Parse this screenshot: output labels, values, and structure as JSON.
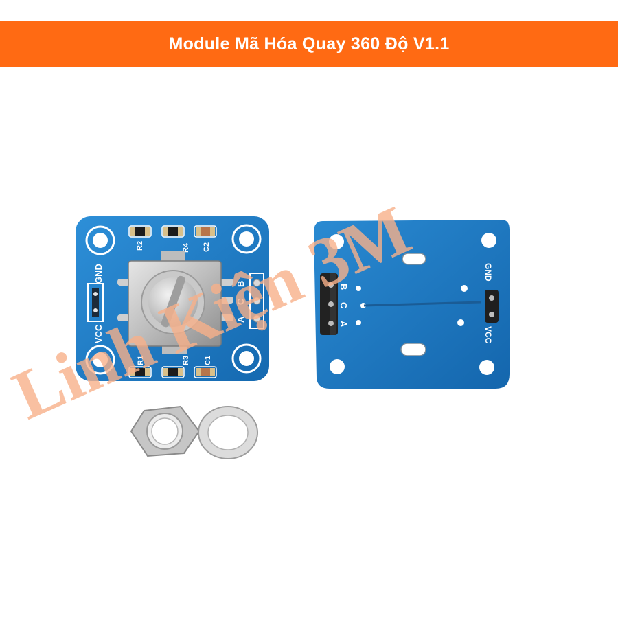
{
  "banner": {
    "title": "Module Mã Hóa Quay 360 Độ V1.1",
    "color": "#ff6a13"
  },
  "front_board": {
    "component_labels": {
      "r1": "R1",
      "r2": "R2",
      "r3": "R3",
      "r4": "R4",
      "c1": "C1",
      "c2": "C2"
    },
    "power_labels": {
      "gnd": "GND",
      "vcc": "VCC"
    },
    "signal_labels": {
      "b": "B",
      "c": "C",
      "a": "A"
    }
  },
  "back_board": {
    "signal_labels": {
      "b": "B",
      "c": "C",
      "a": "A"
    },
    "power_labels": {
      "gnd": "GND",
      "vcc": "VCC"
    }
  },
  "watermark": {
    "text": "Linh Kiện 3M"
  },
  "colors": {
    "pcb_blue": "#1e7ec9",
    "watermark": "#f7b089"
  }
}
